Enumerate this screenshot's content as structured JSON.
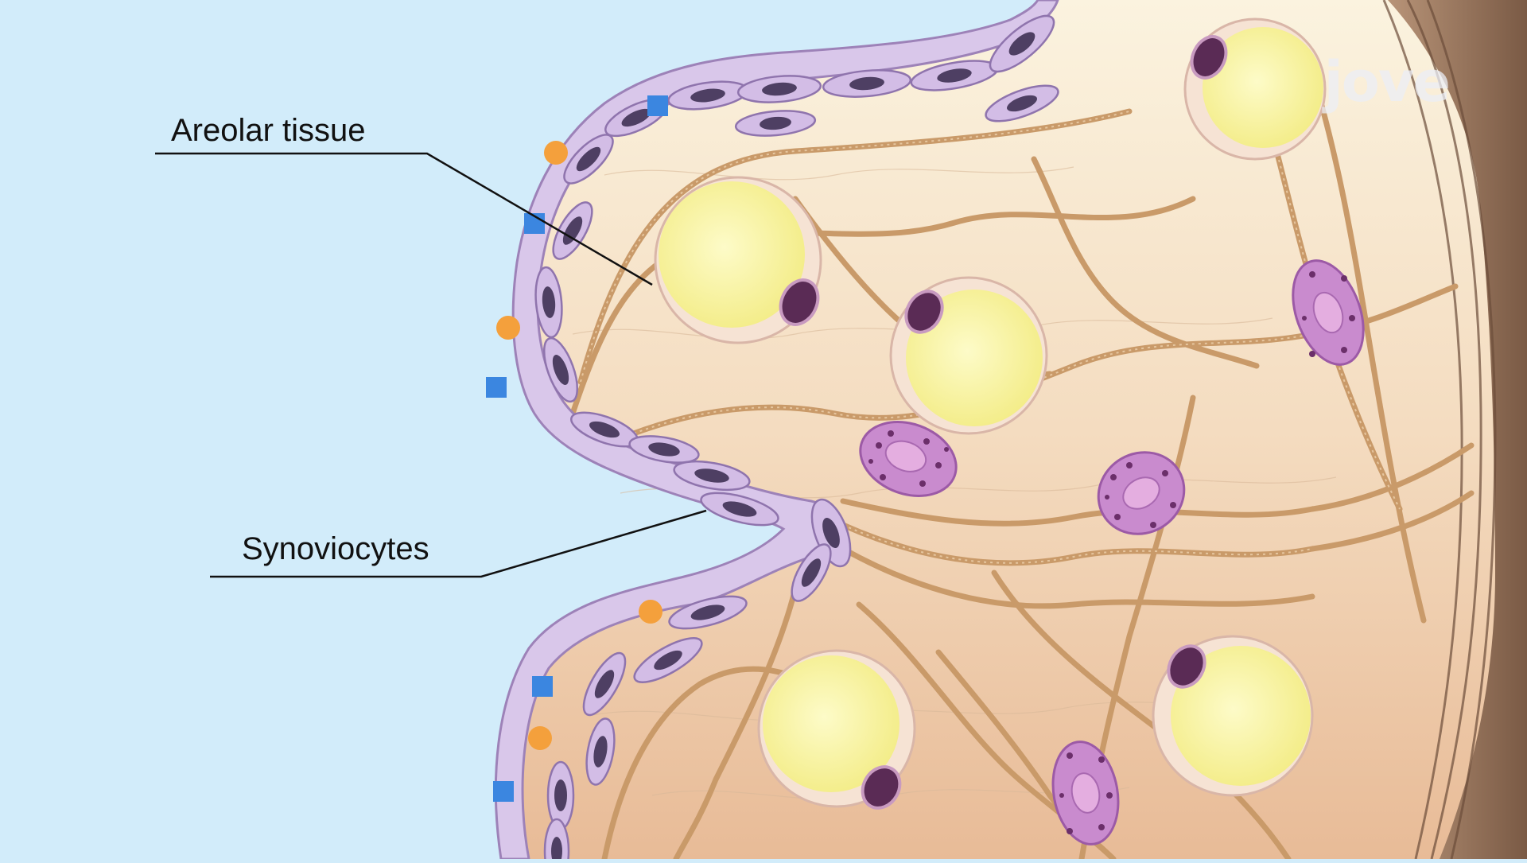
{
  "labels": {
    "areolar": "Areolar tissue",
    "synoviocytes": "Synoviocytes"
  },
  "brand": "jove",
  "colors": {
    "background": "#d2ecfa",
    "tissue_light": "#fbf2de",
    "tissue_dark": "#e9bf9b",
    "fiber": "#cfa070",
    "synoviocyte": "#d7c3e6",
    "nucleus": "#4e3f63",
    "adipocyte": "#faf6a8",
    "mast_cell": "#c890cc",
    "marker_square": "#3b86e0",
    "marker_circle": "#f4a03c",
    "capsule": "#8a6b55"
  }
}
